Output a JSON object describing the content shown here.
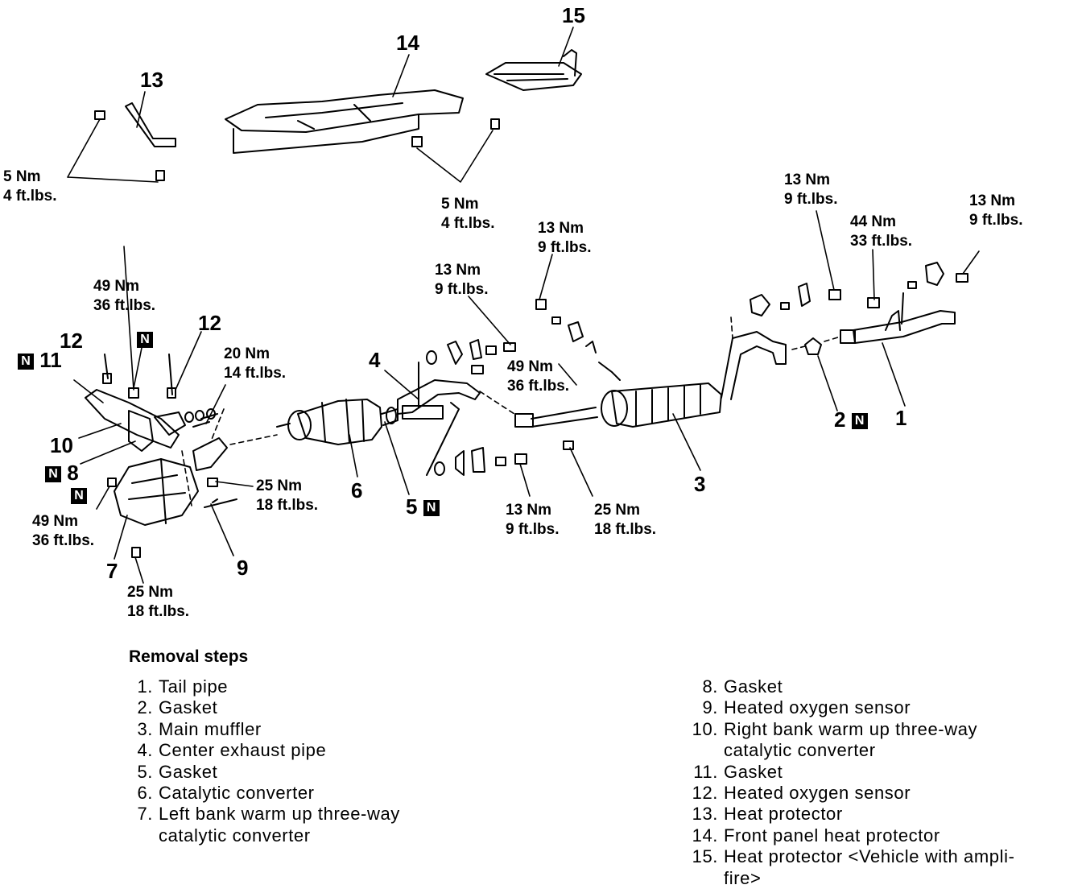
{
  "diagram": {
    "part_callouts": {
      "p1": "1",
      "p2": "2",
      "p3": "3",
      "p4": "4",
      "p5": "5",
      "p6": "6",
      "p7": "7",
      "p8": "8",
      "p9": "9",
      "p10": "10",
      "p11": "11",
      "p12a": "12",
      "p12b": "12",
      "p13": "13",
      "p14": "14",
      "p15": "15"
    },
    "new_part_marker": "N",
    "torque": {
      "t5nm_left": [
        "5 Nm",
        "4 ft.lbs."
      ],
      "t5nm_center": [
        "5 Nm",
        "4 ft.lbs."
      ],
      "t13nm_top": [
        "13 Nm",
        "9 ft.lbs."
      ],
      "t13nm_far_right": [
        "13 Nm",
        "9 ft.lbs."
      ],
      "t44nm": [
        "44 Nm",
        "33 ft.lbs."
      ],
      "t13nm_mid": [
        "13 Nm",
        "9 ft.lbs."
      ],
      "t13nm_left_mid": [
        "13 Nm",
        "9 ft.lbs."
      ],
      "t49nm_upper": [
        "49 Nm",
        "36 ft.lbs."
      ],
      "t20nm": [
        "20 Nm",
        "14 ft.lbs."
      ],
      "t49nm_mid": [
        "49 Nm",
        "36 ft.lbs."
      ],
      "t25nm_mid": [
        "25 Nm",
        "18 ft.lbs."
      ],
      "t49nm_lower": [
        "49 Nm",
        "36 ft.lbs."
      ],
      "t13nm_bottom": [
        "13 Nm",
        "9 ft.lbs."
      ],
      "t25nm_right": [
        "25 Nm",
        "18 ft.lbs."
      ],
      "t25nm_bottom": [
        "25 Nm",
        "18 ft.lbs."
      ]
    }
  },
  "removal_steps": {
    "title": "Removal steps",
    "items": [
      {
        "num": "1.",
        "lines": [
          "Tail pipe"
        ]
      },
      {
        "num": "2.",
        "lines": [
          "Gasket"
        ]
      },
      {
        "num": "3.",
        "lines": [
          "Main muffler"
        ]
      },
      {
        "num": "4.",
        "lines": [
          "Center exhaust pipe"
        ]
      },
      {
        "num": "5.",
        "lines": [
          "Gasket"
        ]
      },
      {
        "num": "6.",
        "lines": [
          "Catalytic converter"
        ]
      },
      {
        "num": "7.",
        "lines": [
          "Left bank warm up three-way",
          "catalytic converter"
        ]
      },
      {
        "num": "8.",
        "lines": [
          "Gasket"
        ]
      },
      {
        "num": "9.",
        "lines": [
          "Heated oxygen sensor"
        ]
      },
      {
        "num": "10.",
        "lines": [
          "Right bank warm up three-way",
          "catalytic converter"
        ]
      },
      {
        "num": "11.",
        "lines": [
          "Gasket"
        ]
      },
      {
        "num": "12.",
        "lines": [
          "Heated oxygen sensor"
        ]
      },
      {
        "num": "13.",
        "lines": [
          "Heat protector"
        ]
      },
      {
        "num": "14.",
        "lines": [
          "Front panel heat protector"
        ]
      },
      {
        "num": "15.",
        "lines": [
          "Heat protector <Vehicle with ampli-",
          "fire>"
        ]
      }
    ]
  }
}
